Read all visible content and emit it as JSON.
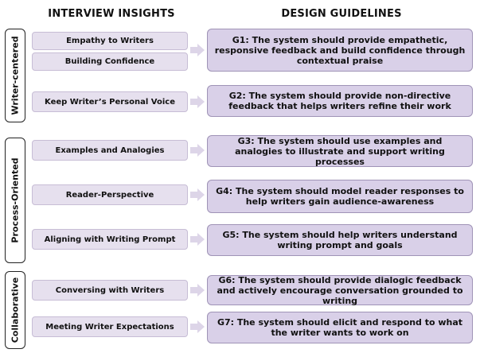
{
  "headers": {
    "insights": "INTERVIEW INSIGHTS",
    "guidelines": "DESIGN GUIDELINES"
  },
  "groups": [
    {
      "label": "Writer-centered"
    },
    {
      "label": "Process-Oriented"
    },
    {
      "label": "Collaborative"
    }
  ],
  "insights": [
    {
      "label": "Empathy to Writers"
    },
    {
      "label": "Building Confidence"
    },
    {
      "label": "Keep Writer’s Personal Voice"
    },
    {
      "label": "Examples and Analogies"
    },
    {
      "label": "Reader-Perspective"
    },
    {
      "label": "Aligning with Writing Prompt"
    },
    {
      "label": "Conversing with Writers"
    },
    {
      "label": "Meeting Writer Expectations"
    }
  ],
  "guidelines": [
    {
      "text": "G1: The system should provide empathetic, responsive feedback and build confidence through contextual praise"
    },
    {
      "text": "G2: The system should provide non-directive feedback that helps writers refine their work"
    },
    {
      "text": "G3: The system should use examples and analogies to illustrate and support writing processes"
    },
    {
      "text": "G4: The system should model reader responses to help writers gain audience-awareness"
    },
    {
      "text": "G5: The system should help writers understand writing prompt and goals"
    },
    {
      "text": "G6: The system should provide dialogic feedback and actively encourage conversation grounded to writing"
    },
    {
      "text": "G7: The system should elicit and respond to what the writer wants to work on"
    }
  ],
  "colors": {
    "insight_fill": "#e6e0ee",
    "guideline_fill": "#d9d0e8",
    "guideline_border": "#9f93b6",
    "arrow_fill": "#ddd5e8"
  },
  "icons": {
    "arrow": "right-arrow-icon"
  }
}
